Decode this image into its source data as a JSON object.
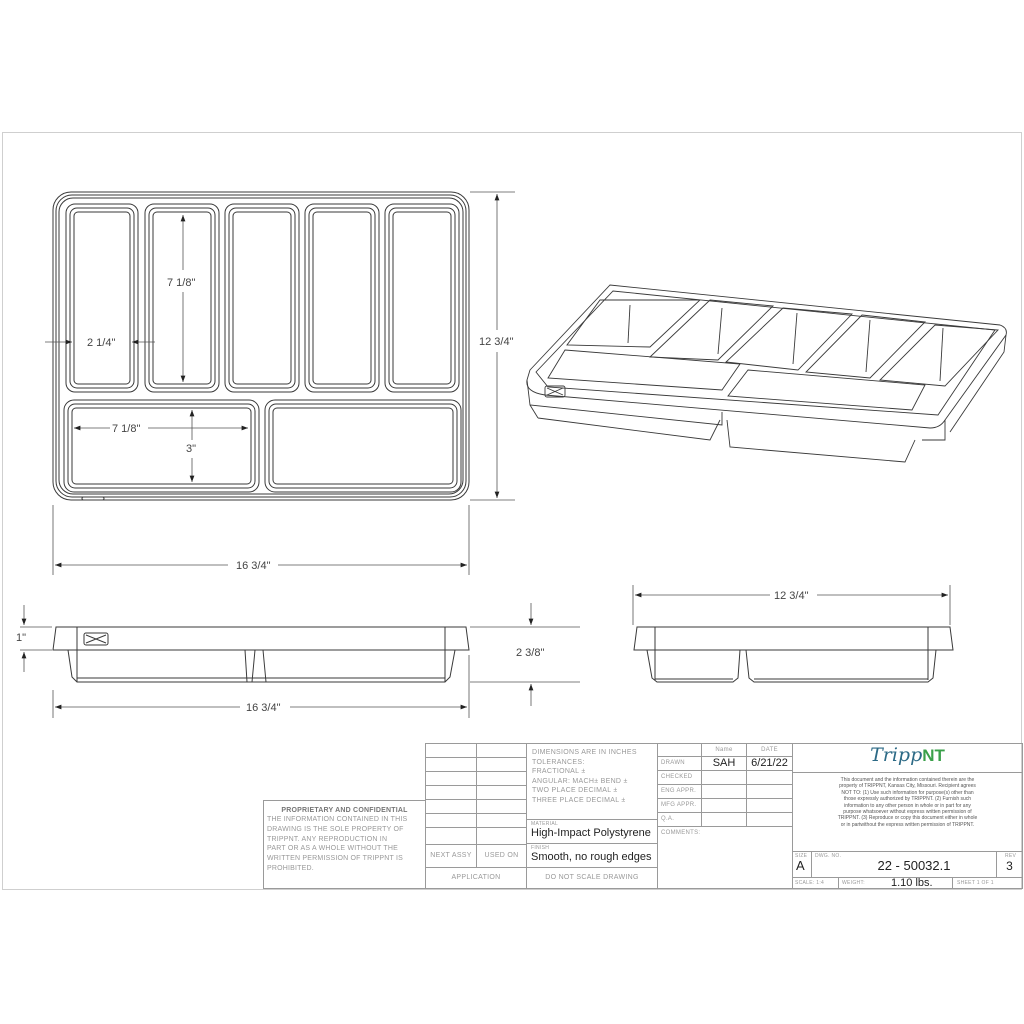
{
  "drawing": {
    "top_view": {
      "overall_width": "16 3/4\"",
      "overall_depth": "12 3/4\"",
      "small_compartment_width": "2 1/4\"",
      "small_compartment_length": "7 1/8\"",
      "large_compartment_length": "7 1/8\"",
      "large_compartment_width": "3\"",
      "small_compartment_count": 5,
      "large_compartment_count": 2
    },
    "front_view": {
      "rim_height": "1\"",
      "overall_width": "16 3/4\"",
      "overall_height": "2 3/8\""
    },
    "side_view": {
      "overall_depth": "12 3/4\""
    },
    "isometric_view": "3D isometric view of tray"
  },
  "title_block": {
    "proprietary": {
      "title": "PROPRIETARY AND CONFIDENTIAL",
      "lines": [
        "THE INFORMATION CONTAINED IN THIS",
        "DRAWING IS THE SOLE PROPERTY OF",
        "TRIPPNT.  ANY REPRODUCTION IN",
        "PART OR AS A WHOLE WITHOUT THE",
        "WRITTEN PERMISSION OF TRIPPNT IS",
        "PROHIBITED."
      ]
    },
    "next_assy_label": "NEXT ASSY",
    "used_on_label": "USED ON",
    "application_label": "APPLICATION",
    "tolerances": {
      "line1": "DIMENSIONS ARE IN INCHES",
      "line2": "TOLERANCES:",
      "line3": "FRACTIONAL ±",
      "line4": "ANGULAR: MACH±    BEND ±",
      "line5": "TWO PLACE DECIMAL    ±",
      "line6": "THREE PLACE DECIMAL  ±"
    },
    "material_label": "MATERIAL",
    "material_value": "High-Impact Polystyrene",
    "finish_label": "FINISH",
    "finish_value": "Smooth, no rough edges",
    "do_not_scale": "DO NOT SCALE DRAWING",
    "approvals": {
      "name_header": "Name",
      "date_header": "DATE",
      "rows": [
        {
          "label": "DRAWN",
          "name": "SAH",
          "date": "6/21/22"
        },
        {
          "label": "CHECKED",
          "name": "",
          "date": ""
        },
        {
          "label": "ENG APPR.",
          "name": "",
          "date": ""
        },
        {
          "label": "MFG APPR.",
          "name": "",
          "date": ""
        },
        {
          "label": "Q.A.",
          "name": "",
          "date": ""
        }
      ],
      "comments_label": "COMMENTS:"
    },
    "company": {
      "logo_script": "Tripp",
      "logo_bold": "NT",
      "notice": "This document and the information contained therein are the property of TRIPPNT, Kansas City, Missouri. Recipient agrees NOT TO: (1) Use such information for purpose(s) other than those expressly authorized by TRIPPNT. (2) Furnish such information to any other person in whole or in part for any purpose whatsoever without express written permission of TRIPPNT. (3) Reproduce or copy this document either in whole or in partwithout the express written permission of TRIPPNT."
    },
    "size_label": "SIZE",
    "size_value": "A",
    "dwg_no_label": "DWG. NO.",
    "dwg_no_value": "22 - 50032.1",
    "rev_label": "REV",
    "rev_value": "3",
    "scale_label": "SCALE: 1:4",
    "weight_label": "WEIGHT:",
    "weight_value": "1.10 lbs.",
    "sheet_label": "SHEET 1 OF 1"
  },
  "colors": {
    "line": "#3a3a3a",
    "dim_line": "#555555",
    "logo_blue": "#2c6a86",
    "logo_green": "#3aa04a"
  }
}
